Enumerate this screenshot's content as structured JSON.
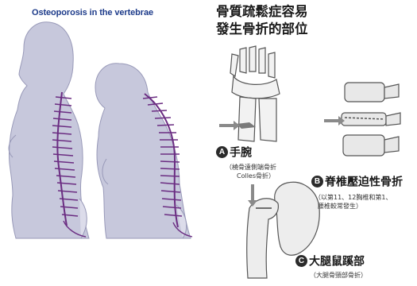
{
  "left": {
    "title": "Osteoporosis in the vertebrae"
  },
  "right": {
    "title_line1": "骨質疏鬆症容易",
    "title_line2": "發生骨折的部位",
    "sites": [
      {
        "badge": "A",
        "name": "手腕",
        "note_line1": "（橈骨遠側端骨折",
        "note_line2": "Colles骨折）"
      },
      {
        "badge": "B",
        "name": "脊椎壓迫性骨折",
        "note_line1": "（以第11、12胸椎和第1、",
        "note_line2": "腰椎較常發生）"
      },
      {
        "badge": "C",
        "name": "大腿鼠蹊部",
        "note_line1": "（大腿骨頸部骨折）",
        "note_line2": ""
      }
    ]
  },
  "colors": {
    "title_blue": "#1d3b8a",
    "body_fill": "#c7c8dc",
    "spine_purple": "#6b2d82",
    "bone_gray": "#9a9a9a"
  }
}
